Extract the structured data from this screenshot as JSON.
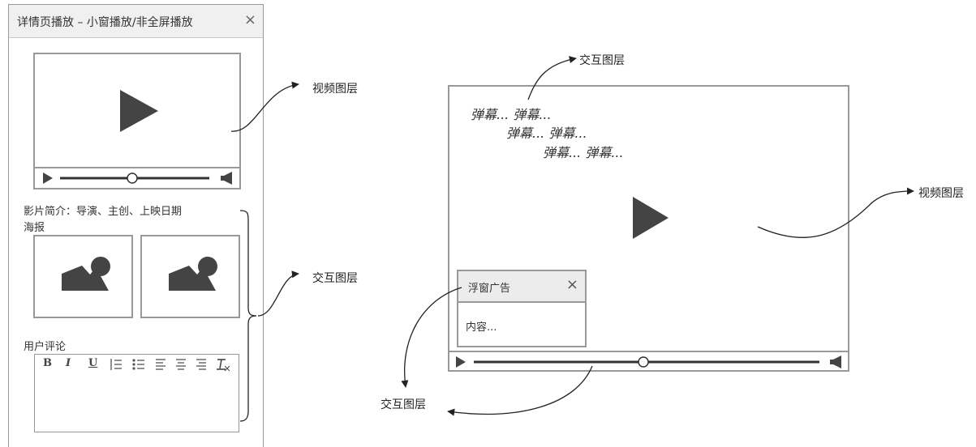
{
  "left_panel": {
    "title": "详情页播放 – 小窗播放/非全屏播放",
    "close": "×",
    "synopsis": "影片简介：导演、主创、上映日期",
    "poster_label": "海报",
    "comments_label": "用户评论",
    "toolbar": [
      "B",
      "I",
      "U",
      "ordered-list",
      "unordered-list",
      "align-left",
      "align-center",
      "align-right",
      "clear-format"
    ],
    "progress": 0.5
  },
  "right_player": {
    "danmu": [
      "弹幕... 弹幕...",
      "弹幕... 弹幕...",
      "弹幕... 弹幕..."
    ],
    "ad_title": "浮窗广告",
    "ad_close": "×",
    "ad_content": "内容...",
    "progress": 0.5
  },
  "annotations": {
    "video_layer": "视频图层",
    "interaction_layer": "交互图层"
  },
  "icons": [
    "play-icon",
    "volume-icon",
    "image-icon",
    "close-icon",
    "arrow-icon"
  ]
}
